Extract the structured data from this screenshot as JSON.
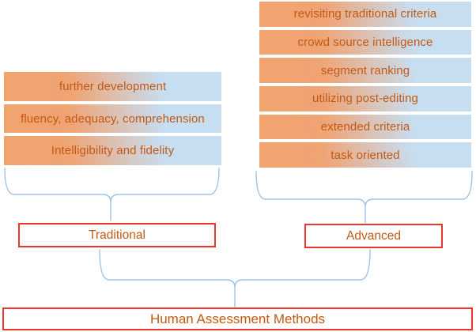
{
  "traditional": {
    "label": "Traditional",
    "items": [
      "further development",
      "fluency, adequacy, comprehension",
      "Intelligibility and fidelity"
    ]
  },
  "advanced": {
    "label": "Advanced",
    "items": [
      "revisiting traditional criteria",
      "crowd source intelligence",
      "segment ranking",
      "utilizing post-editing",
      "extended criteria",
      "task oriented"
    ]
  },
  "root": {
    "label": "Human Assessment Methods"
  },
  "colors": {
    "item_gradient_start": "#f2a46f",
    "item_gradient_end": "#c7ddf0",
    "item_text": "#c45911",
    "category_border": "#ee3529",
    "category_text": "#c45911",
    "brace": "#9dc3e6"
  }
}
